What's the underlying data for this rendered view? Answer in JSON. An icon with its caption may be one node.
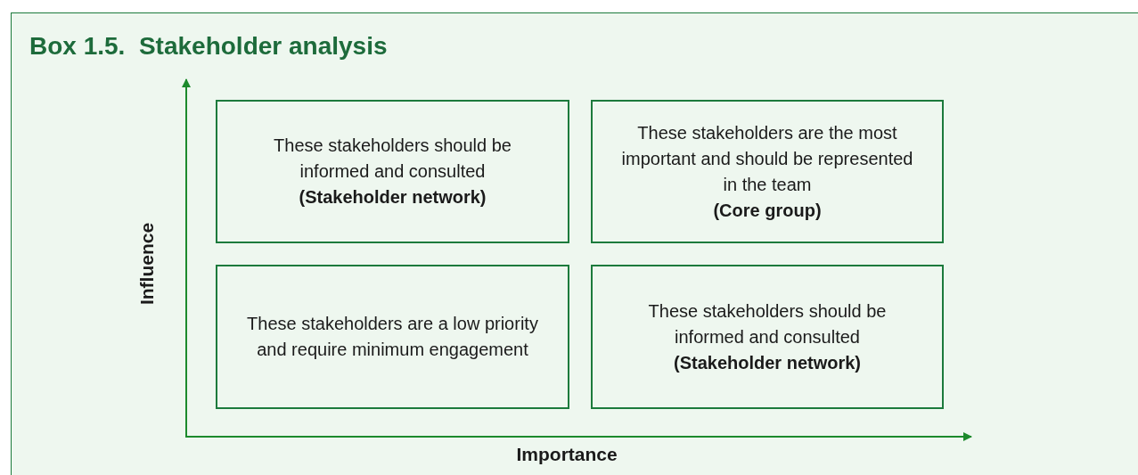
{
  "diagram": {
    "title": "Box 1.5.  Stakeholder analysis",
    "nodes": [
      {
        "text": [
          "These stakeholders should be informed and consulted",
          "(Stakeholder network)"
        ]
      },
      {
        "text": [
          "These stakeholders are the most important and should be represented in the team",
          "(Core group)"
        ]
      },
      {
        "text": [
          "These stakeholders are a low priority and require minimum engagement"
        ]
      },
      {
        "text": [
          "These stakeholders should be informed and consulted",
          "(Stakeholder network)"
        ]
      }
    ],
    "edges": [],
    "labels": [
      "Influence",
      "Importance"
    ]
  }
}
